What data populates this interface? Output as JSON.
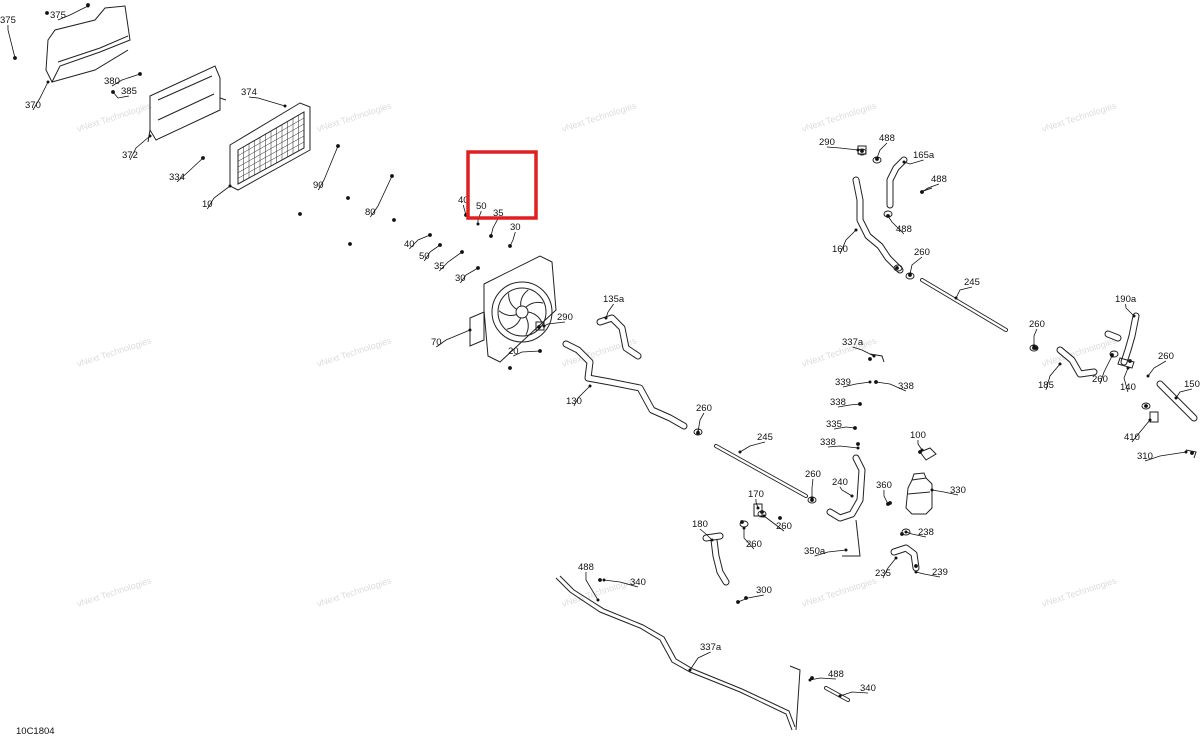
{
  "document_code": "10C1804",
  "watermark": "vNext Technologies",
  "highlight_color": "#e02020",
  "callouts": [
    "375",
    "375",
    "370",
    "380",
    "385",
    "372",
    "374",
    "334",
    "10",
    "90",
    "80",
    "40",
    "50",
    "35",
    "30",
    "40",
    "50",
    "35",
    "30",
    "70",
    "290",
    "20",
    "135a",
    "130",
    "260",
    "245",
    "290",
    "488",
    "165a",
    "488",
    "488",
    "160",
    "260",
    "245",
    "260",
    "190a",
    "185",
    "260",
    "140",
    "260",
    "150",
    "410",
    "310",
    "337a",
    "339",
    "338",
    "338",
    "335",
    "338",
    "100",
    "260",
    "240",
    "360",
    "330",
    "170",
    "260",
    "180",
    "260",
    "350a",
    "238",
    "235",
    "239",
    "488",
    "340",
    "300",
    "337a",
    "488",
    "340"
  ]
}
